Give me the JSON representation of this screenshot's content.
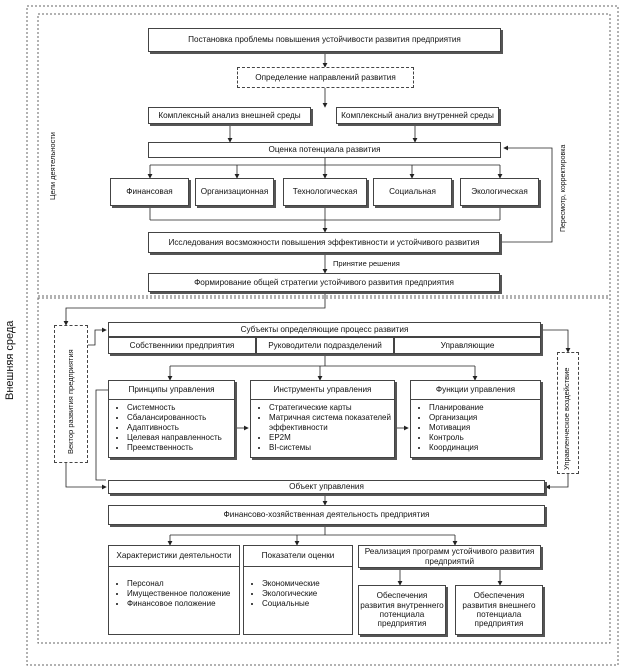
{
  "labels": {
    "outer_env": "Внешняя среда",
    "goal_activity": "Цели деятельности",
    "correction": "Пересмотр, корректировка",
    "decision": "Принятие решения",
    "vector": "Вектор развития предприятия",
    "control_action": "Управленческое воздействие"
  },
  "top": {
    "problem": "Постановка проблемы повышения устойчивости развития предприятия",
    "directions": "Определение направлений развития",
    "ext_analysis": "Комплексный анализ внешней среды",
    "int_analysis": "Комплексный анализ внутренней среды",
    "potential": "Оценка потенциала развития",
    "cats": [
      "Финансовая",
      "Организационная",
      "Технологическая",
      "Социальная",
      "Экологическая"
    ],
    "research": "Исследования восзможности повышения эффективности и устойчивого развития",
    "strategy": "Формирование общей стратегии устойчивого развития предприятия"
  },
  "bottom": {
    "subjects": "Субъекты определяющие процесс развития",
    "subj_items": [
      "Собственники предприятия",
      "Руководители подразделений",
      "Управляющие"
    ],
    "principles_title": "Принципы управления",
    "principles": [
      "Системность",
      "Сбалансированность",
      "Адаптивность",
      "Целевая направленность",
      "Преемственность"
    ],
    "tools_title": "Инструменты управления",
    "tools": [
      "Стратегические карты",
      "Матричная система показателей эффективности",
      "EP2M",
      "BI-системы"
    ],
    "functions_title": "Функции управления",
    "functions": [
      "Планирование",
      "Организация",
      "Мотивация",
      "Контроль",
      "Координация"
    ],
    "object": "Объект управления",
    "activity": "Финансово-хозяйственная деятельность предприятия",
    "char_title": "Характеристики деятельности",
    "char_items": [
      "Персонал",
      "Имущественное положение",
      "Финансовое положение"
    ],
    "indic_title": "Показатели оценки",
    "indic_items": [
      "Экономические",
      "Экологические",
      "Социальные"
    ],
    "program_title": "Реализация программ устойчивого развития предприятий",
    "prog_int": "Обеспечения развития внутреннего потенциала предприятия",
    "prog_ext": "Обеспечения развития внешнего потенциала предприятия"
  }
}
